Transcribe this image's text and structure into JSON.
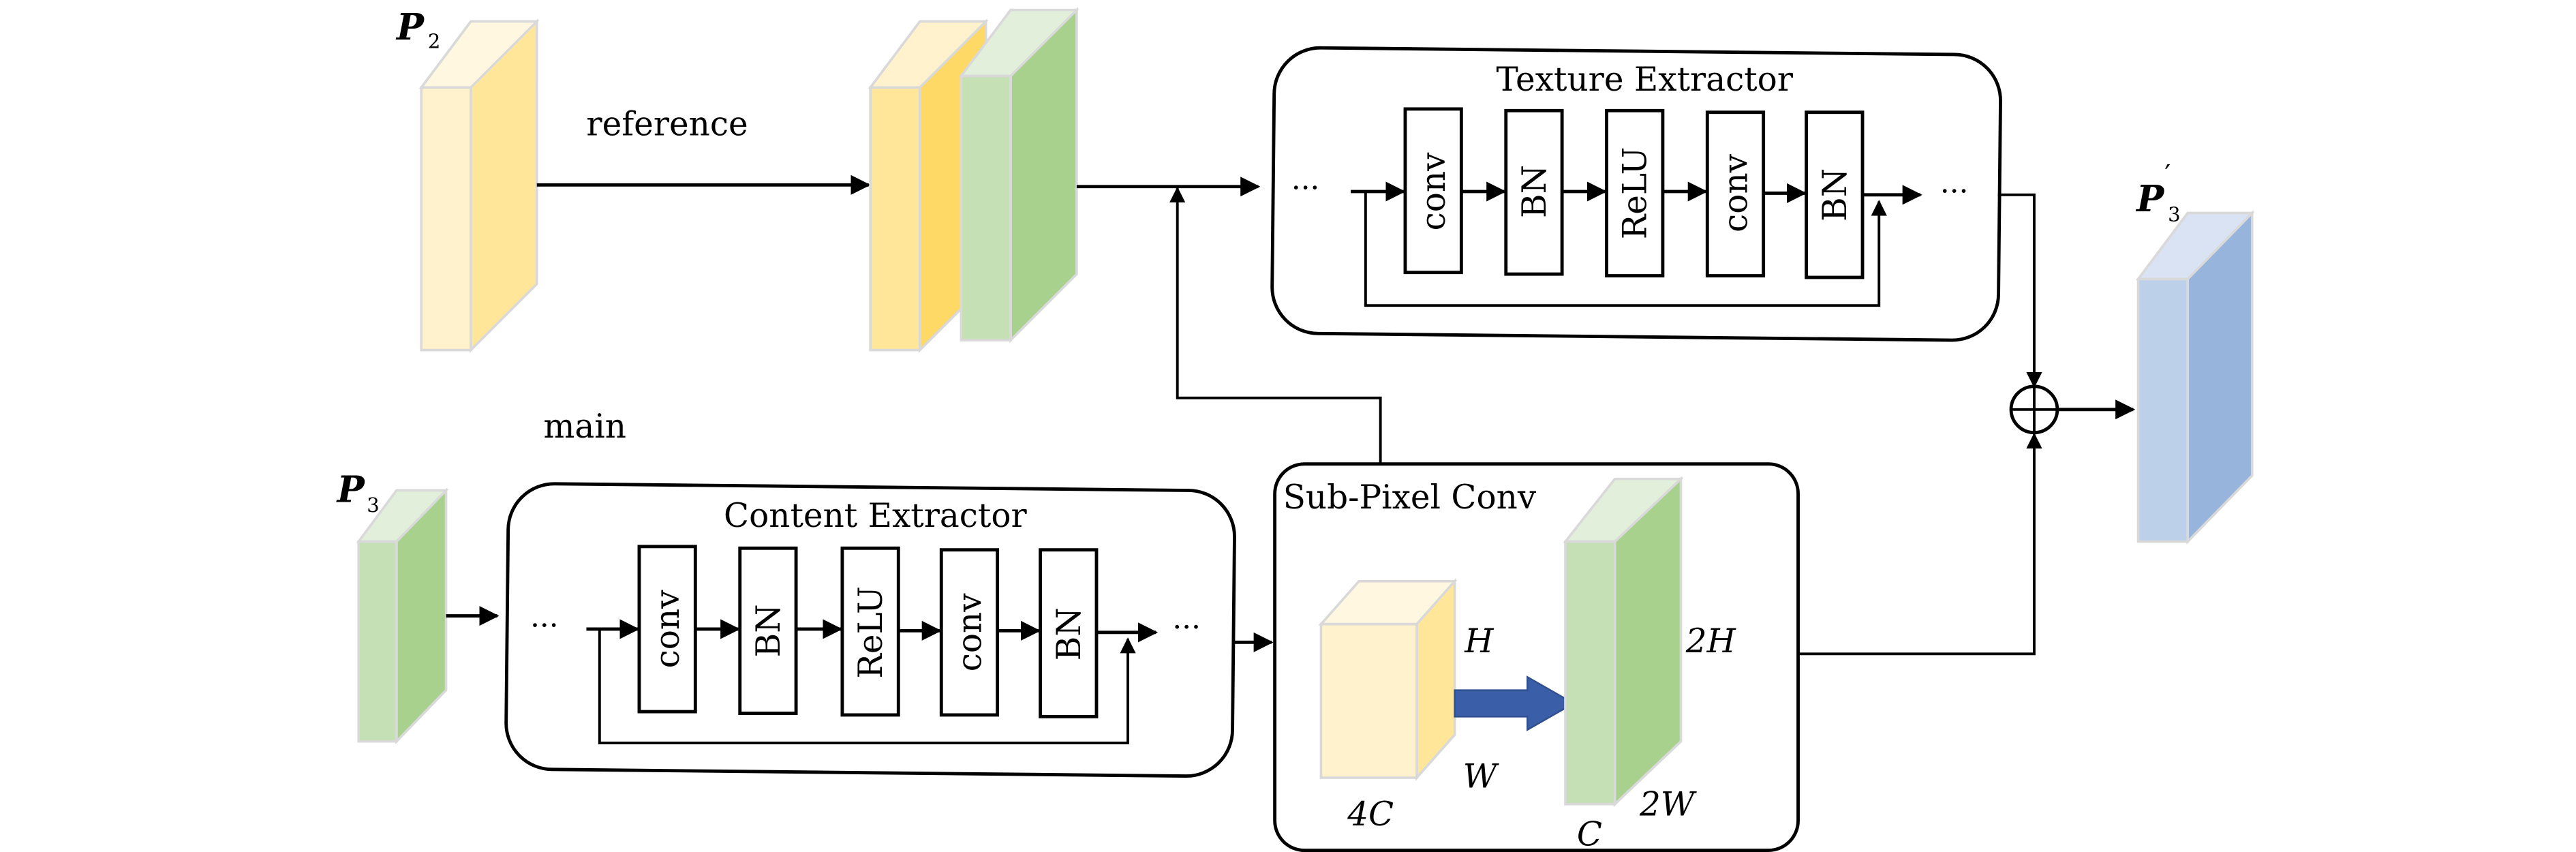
{
  "labels": {
    "p2": "P",
    "p2_sub": "2",
    "p3": "P",
    "p3_sub": "3",
    "p3_out": "P",
    "p3_out_sub": "3",
    "p3_out_prime": "′",
    "reference": "reference",
    "main": "main",
    "dots": "···"
  },
  "texture_extractor": {
    "title": "Texture Extractor",
    "blocks": [
      "conv",
      "BN",
      "ReLU",
      "conv",
      "BN"
    ]
  },
  "content_extractor": {
    "title": "Content Extractor",
    "blocks": [
      "conv",
      "BN",
      "ReLU",
      "conv",
      "BN"
    ]
  },
  "subpixel": {
    "title": "Sub-Pixel Conv",
    "in_h": "H",
    "in_w": "W",
    "in_c": "4C",
    "out_h": "2H",
    "out_w": "2W",
    "out_c": "C"
  },
  "colors": {
    "yellow_front": "#FFF2CC",
    "yellow_side": "#FFE699",
    "yellow_top": "#FFF7E0",
    "yellow_side_dark": "#FFD966",
    "green_front": "#C5E0B4",
    "green_side": "#A9D18E",
    "green_top": "#E2EFDA",
    "blue_front": "#BDD0EA",
    "blue_side": "#97B4DC",
    "blue_top": "#DAE3F3",
    "arrow_blue": "#3B5EA8"
  }
}
